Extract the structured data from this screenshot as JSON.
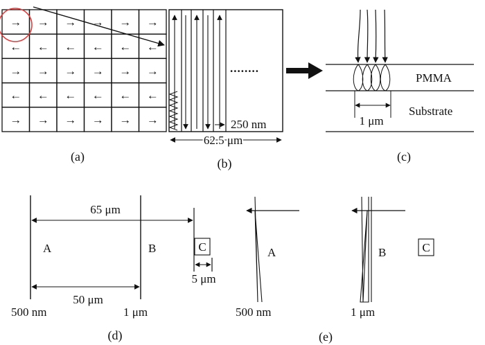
{
  "figure": {
    "panel_a": {
      "caption": "(a)",
      "rows": [
        [
          "→",
          "→",
          "→",
          "→",
          "→",
          "→"
        ],
        [
          "←",
          "←",
          "←",
          "←",
          "←",
          "←"
        ],
        [
          "→",
          "→",
          "→",
          "→",
          "→",
          "→"
        ],
        [
          "←",
          "←",
          "←",
          "←",
          "←",
          "←"
        ],
        [
          "→",
          "→",
          "→",
          "→",
          "→",
          "→"
        ]
      ]
    },
    "panel_b": {
      "caption": "(b)",
      "dots": "........",
      "pitch_label": "250 nm",
      "width_label": "62.5 μm"
    },
    "panel_c": {
      "caption": "(c)",
      "resist_label": "PMMA",
      "substrate_label": "Substrate",
      "spot_label": "1 μm"
    },
    "panel_d": {
      "caption": "(d)",
      "top_dim": "65 μm",
      "mid_dim": "50 μm",
      "small_dim": "5 μm",
      "label_a": "A",
      "label_b": "B",
      "label_c": "C",
      "left_size": "500 nm",
      "right_size": "1 μm"
    },
    "panel_e": {
      "caption": "(e)",
      "label_a": "A",
      "label_b": "B",
      "label_c": "C",
      "left_size": "500 nm",
      "right_size": "1 μm"
    }
  }
}
